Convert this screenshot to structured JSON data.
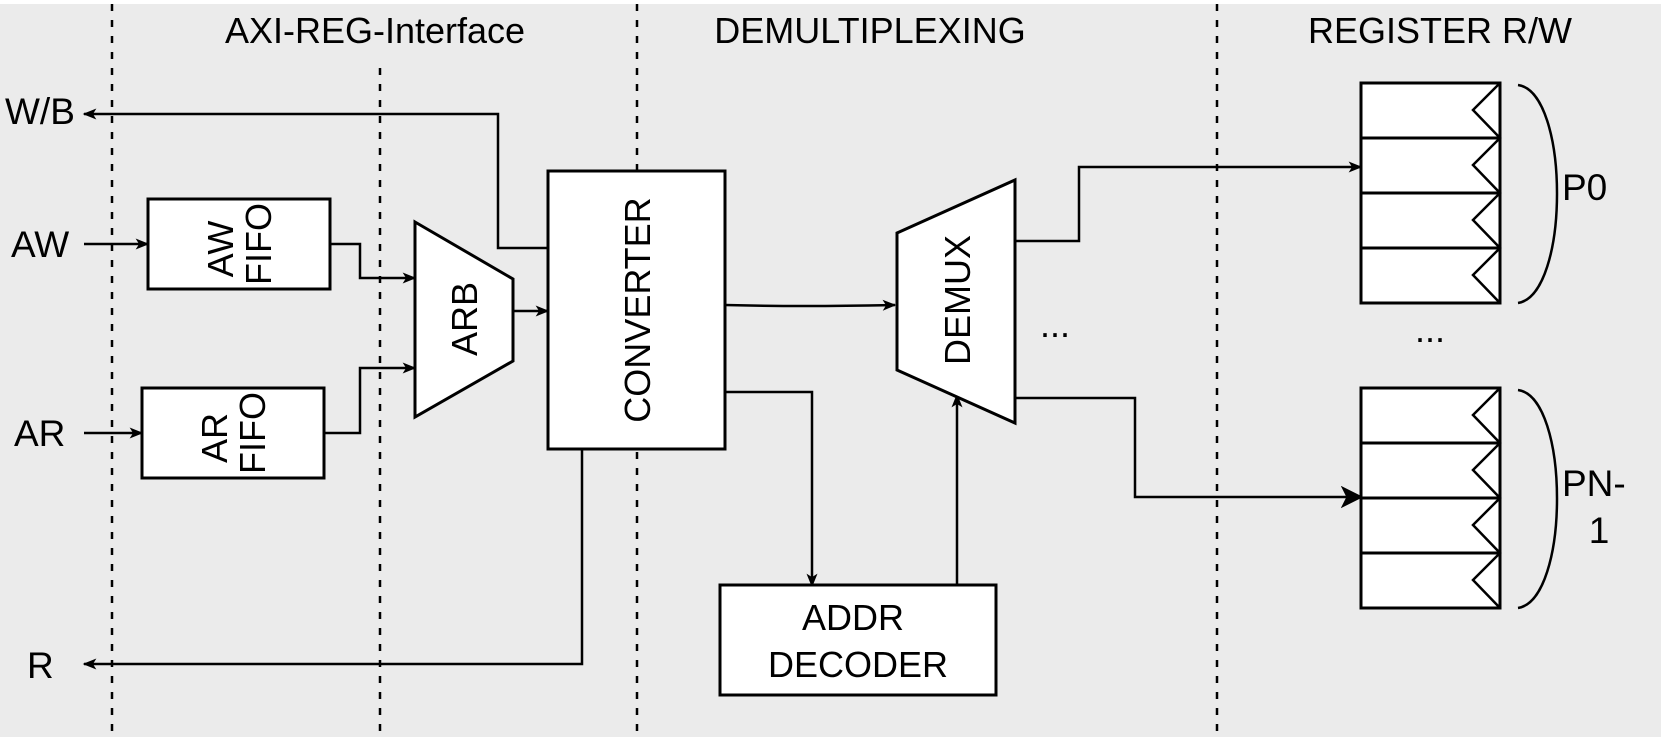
{
  "sections": {
    "axi": "AXI-REG-Interface",
    "demux": "DEMULTIPLEXING",
    "regs": "REGISTER R/W"
  },
  "ports": {
    "wb": "W/B",
    "aw": "AW",
    "ar": "AR",
    "r": "R"
  },
  "blocks": {
    "aw_fifo": [
      "AW",
      "FIFO"
    ],
    "ar_fifo": [
      "AR",
      "FIFO"
    ],
    "arb": "ARB",
    "converter": "CONVERTER",
    "demux": "DEMUX",
    "addr_decoder": [
      "ADDR",
      "DECODER"
    ]
  },
  "registers": {
    "p0": "P0",
    "pn1": [
      "PN-",
      "1"
    ],
    "ellipsis_demux": "...",
    "ellipsis_regs": "..."
  },
  "colors": {
    "background": "#ebebeb",
    "stroke": "#000000",
    "box_fill": "#ffffff"
  }
}
